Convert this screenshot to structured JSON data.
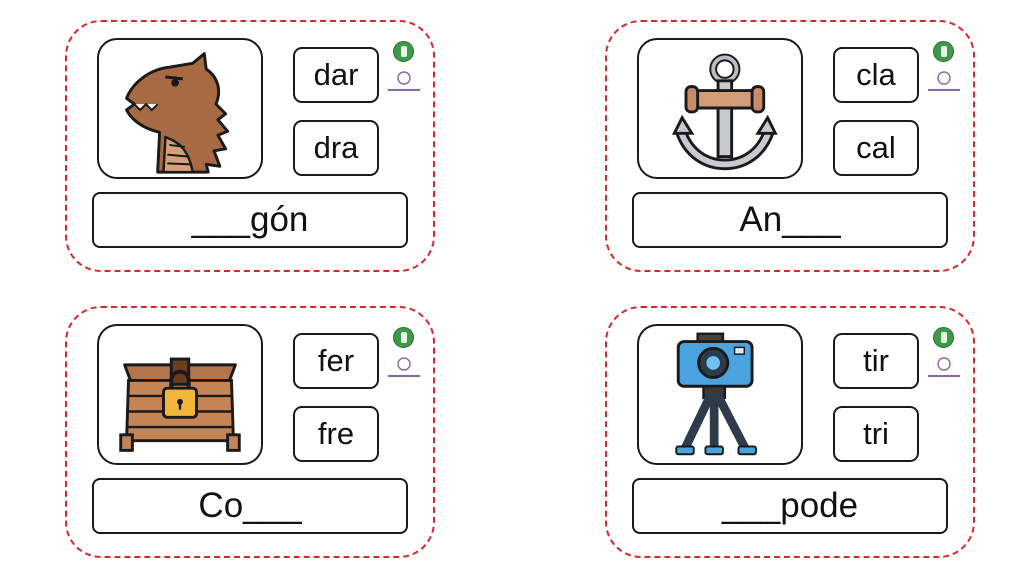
{
  "cards": [
    {
      "options": [
        "dar",
        "dra"
      ],
      "word": "___gón",
      "image": "dragon-icon"
    },
    {
      "options": [
        "cla",
        "cal"
      ],
      "word": "An___",
      "image": "anchor-icon"
    },
    {
      "options": [
        "fer",
        "fre"
      ],
      "word": "Co___",
      "image": "treasure-chest-icon"
    },
    {
      "options": [
        "tir",
        "tri"
      ],
      "word": "___pode",
      "image": "camera-tripod-icon"
    }
  ],
  "colors": {
    "card_border": "#d42a2a",
    "logo_green": "#3c9a48",
    "logo_purple": "#8e63a8"
  }
}
